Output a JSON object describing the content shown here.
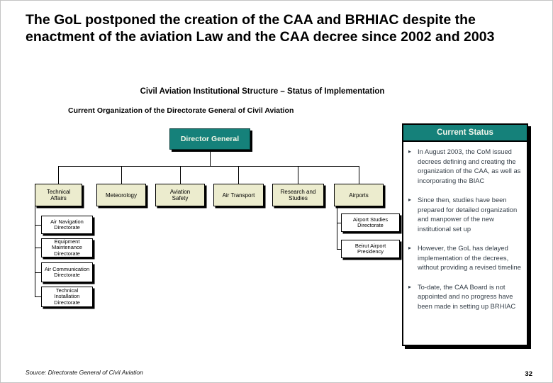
{
  "slide": {
    "title": "The GoL postponed the creation of the CAA and BRHIAC despite the enactment of the aviation Law and the CAA decree since 2002 and 2003",
    "subtitle": "Civil Aviation Institutional Structure – Status of Implementation",
    "section_heading": "Current Organization of the Directorate General of Civil Aviation",
    "source": "Source:  Directorate General of Civil Aviation",
    "page_number": "32"
  },
  "org_chart": {
    "root": "Director General",
    "departments": [
      "Technical Affairs",
      "Meteorology",
      "Aviation Safety",
      "Air Transport",
      "Research and Studies",
      "Airports"
    ],
    "technical_affairs_children": [
      "Air Navigation Directorate",
      "Equipment Maintenance Directorate",
      "Air Communication Directorate",
      "Technical Installation Directorate"
    ],
    "airports_children": [
      "Airport Studies Directorate",
      "Beirut Airport Presidency"
    ]
  },
  "status_panel": {
    "title": "Current Status",
    "bullets": [
      "In August 2003, the CoM issued decrees defining and creating the organization of the CAA, as well as incorporating the BIAC",
      "Since then, studies have been prepared for detailed organization and manpower of the new institutional set up",
      "However, the GoL has delayed implementation of the decrees, without providing a revised timeline",
      "To-date, the CAA Board is not appointed and no progress have been made in setting up BRHIAC"
    ]
  },
  "icons": {
    "bullet_arrow": "▸"
  },
  "colors": {
    "teal": "#15817A",
    "dept_box_fill": "#ECECCE",
    "shadow": "#000000",
    "body_text": "#333d47"
  }
}
